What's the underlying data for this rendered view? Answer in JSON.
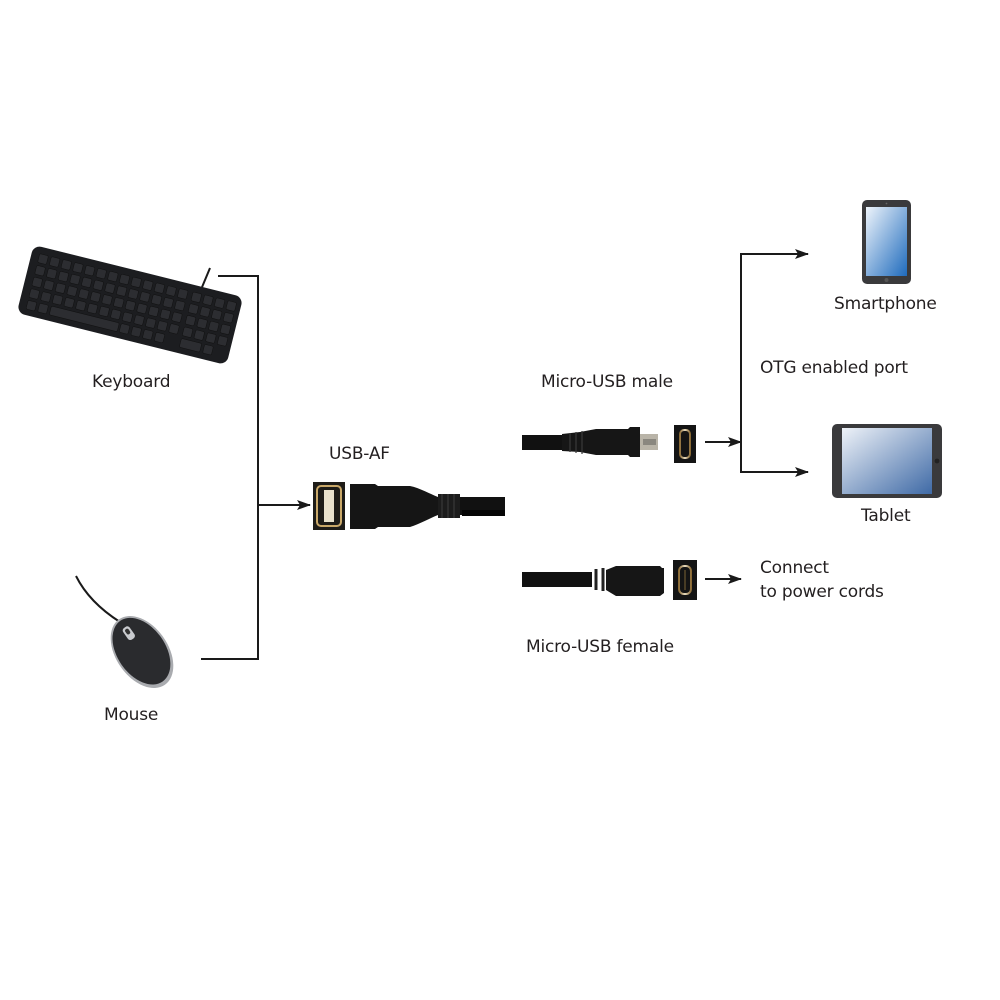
{
  "colors": {
    "line": "#1a1a1a",
    "device_body": "#3a3a3a",
    "screen_light": "#e8f0fa",
    "screen_dark": "#1f6bbd",
    "tablet_screen_dark": "#3f6aa6",
    "connector_metal": "#b8a27a"
  },
  "inputs": [
    {
      "id": "keyboard",
      "label": "Keyboard",
      "icon": "keyboard-icon"
    },
    {
      "id": "mouse",
      "label": "Mouse",
      "icon": "mouse-icon"
    }
  ],
  "adapter": {
    "usb_af_label": "USB-AF",
    "micro_usb_male_label": "Micro-USB male",
    "micro_usb_female_label": "Micro-USB female"
  },
  "targets": {
    "otg_label": "OTG enabled port",
    "smartphone_label": "Smartphone",
    "tablet_label": "Tablet",
    "power_line1": "Connect",
    "power_line2": "to power cords"
  }
}
